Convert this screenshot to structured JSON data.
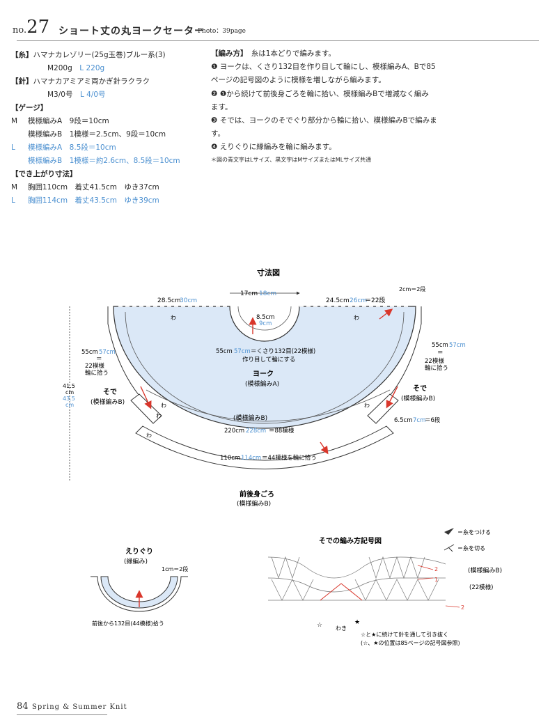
{
  "header": {
    "no_prefix": "no.",
    "no_number": "27",
    "title": "ショート丈の丸ヨークセーター",
    "photo_ref": "Photo：39page"
  },
  "materials": {
    "yarn_label": "【糸】",
    "yarn_text": "ハマナカレゾリー(25g玉巻)ブルー系(3)",
    "yarn_m": "M200g",
    "yarn_l": "L 220g",
    "needle_label": "【針】",
    "needle_text": "ハマナカアミアミ両かぎ針ラクラク",
    "needle_m": "M3/0号",
    "needle_l": "L 4/0号",
    "gauge_label": "【ゲージ】",
    "gauge_m_size": "M",
    "gauge_m_a": "模様編みA　9段＝10cm",
    "gauge_m_b": "模様編みB　1模様＝2.5cm、9段＝10cm",
    "gauge_l_size": "L",
    "gauge_l_a": "模様編みA　8.5段＝10cm",
    "gauge_l_b": "模様編みB　1模様＝約2.6cm、8.5段＝10cm",
    "finish_label": "【でき上がり寸法】",
    "finish_m_size": "M",
    "finish_m": "胸囲110cm　着丈41.5cm　ゆき37cm",
    "finish_l_size": "L",
    "finish_l": "胸囲114cm　着丈43.5cm　ゆき39cm"
  },
  "method": {
    "label": "【編み方】",
    "intro": "糸は1本どりで編みます。",
    "step1_a": "❶ ヨークは、くさり132目を作り目して輪にし、模様編みA、Bで85",
    "step1_b": "ページの記号図のように模様を増しながら編みます。",
    "step2_a": "❷ ❶から続けて前後身ごろを輪に拾い、模様編みBで増減なく編み",
    "step2_b": "ます。",
    "step3_a": "❸ そでは、ヨークのそでぐり部分から輪に拾い、模様編みBで編みま",
    "step3_b": "す。",
    "step4": "❹ えりぐりに縁編みを輪に編みます。",
    "note": "＊図の青文字はLサイズ、黒文字はMサイズまたはMLサイズ共通"
  },
  "diagram": {
    "title": "寸法図",
    "neck_m": "17cm",
    "neck_l": "18cm",
    "left_w_m": "28.5cm",
    "left_w_l": "30cm",
    "right_w_m": "24.5cm",
    "right_w_l": "26cm",
    "right_w_rows": "＝22段",
    "edge_rows": "2cm＝2段",
    "neck_depth_m": "8.5cm",
    "neck_depth_l": "9cm",
    "wa": "わ",
    "yoke_start_m": "55cm",
    "yoke_start_l": "57cm",
    "yoke_start_rest": "＝くさり132目(22模様)",
    "yoke_start_2": "作り目して輪にする",
    "sleeve_len_m": "55cm",
    "sleeve_len_l": "57cm",
    "eq": "＝",
    "sleeve_pick_1": "22模様",
    "sleeve_pick_2": "輪に拾う",
    "yoke_label": "ヨーク",
    "yoke_sub": "(模様編みA)",
    "total_m": "41.5",
    "total_l": "43.5",
    "cm": "cm",
    "sleeve_label": "そで",
    "sleeve_sub": "(模様編みB)",
    "sleeve_h_m": "6.5cm",
    "sleeve_h_l": "7cm",
    "sleeve_h_rows": "＝6段",
    "band_sub": "(模様編みB)",
    "band_m": "220cm",
    "band_l": "228cm",
    "band_rows": "＝88模様",
    "body_m": "110cm",
    "body_l": "114cm",
    "body_rest": "＝44模様を輪に拾う",
    "body_label": "前後身ごろ",
    "body_sub": "(模様編みB)"
  },
  "collar": {
    "title": "えりぐり",
    "sub": "(縁編み)",
    "rows": "1cm＝2段",
    "pick": "前後から132目(44模様)拾う"
  },
  "chart": {
    "title": "そでの編み方記号図",
    "legend_attach": "＝糸をつける",
    "legend_cut": "＝糸を切る",
    "pattern_b": "(模様編みB)",
    "pattern_count": "(22模様)",
    "n2": "2",
    "n1": "1",
    "armpit": "わき",
    "star_open": "☆",
    "star_filled": "★",
    "note_1": "☆と★に続けて針を通して引き抜く",
    "note_2": "(☆、★の位置は85ページの記号図参照)"
  },
  "footer": {
    "page": "84",
    "book": "Spring & Summer Knit"
  },
  "colors": {
    "accent_blue": "#4a8fd0",
    "fill_blue": "#dbe8f7",
    "arrow_red": "#d9362b",
    "line": "#3a3a3a"
  }
}
